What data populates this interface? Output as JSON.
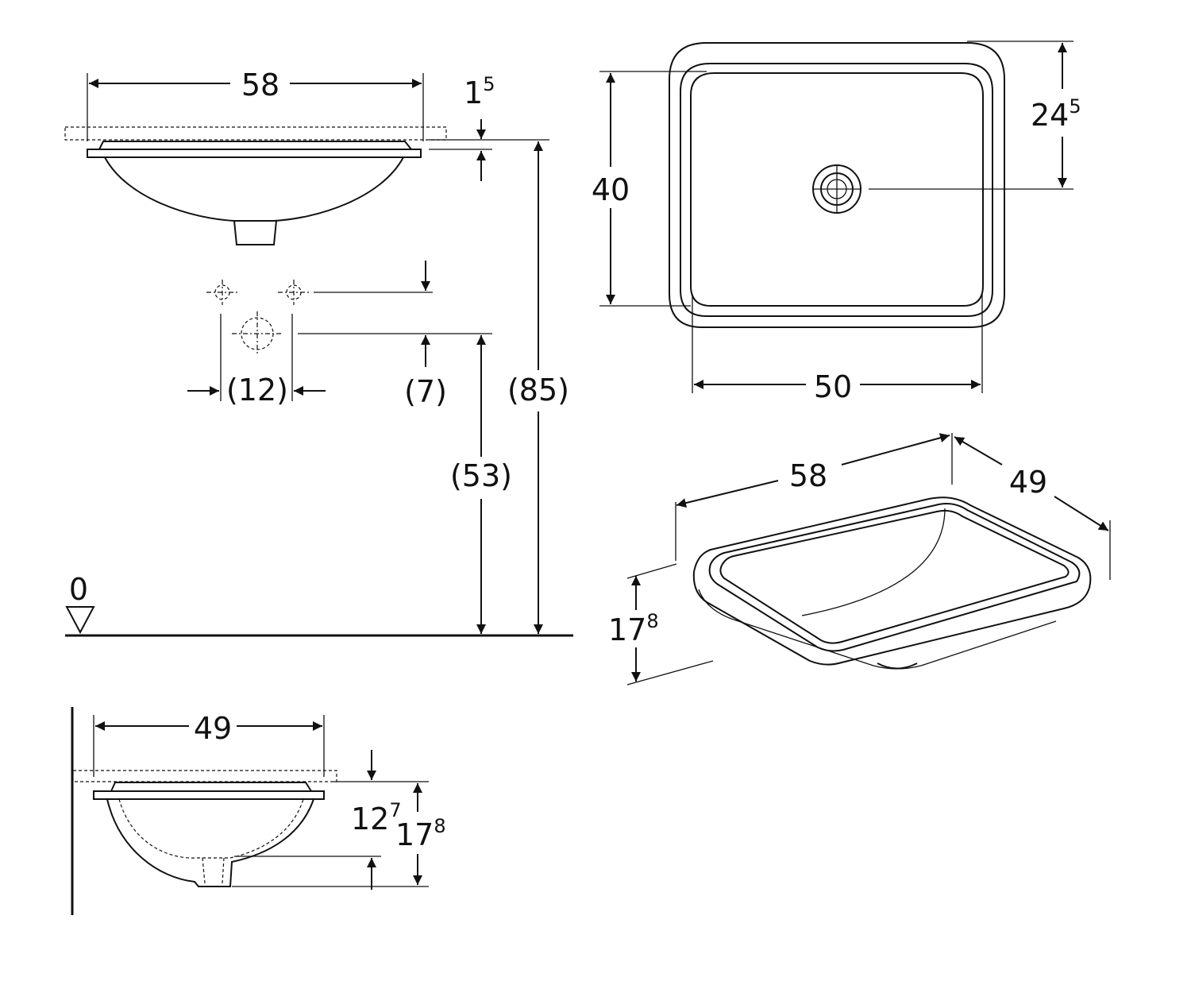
{
  "colors": {
    "line": "#111111",
    "background": "#ffffff"
  },
  "dimensions": {
    "front_width": "58",
    "rim_thickness": {
      "base": "1",
      "sup": "5"
    },
    "tap_hole_spacing": "(12)",
    "tap_hole_offset": "(7)",
    "rim_height_floor": "(85)",
    "waste_height_floor": "(53)",
    "floor_level": "0",
    "plan_depth": "40",
    "plan_width": "50",
    "drain_offset": {
      "base": "24",
      "sup": "5"
    },
    "iso_width": "58",
    "iso_depth": "49",
    "iso_height": {
      "base": "17",
      "sup": "8"
    },
    "side_width": "49",
    "side_bowl_depth": {
      "base": "12",
      "sup": "7"
    },
    "side_total_height": {
      "base": "17",
      "sup": "8"
    }
  }
}
